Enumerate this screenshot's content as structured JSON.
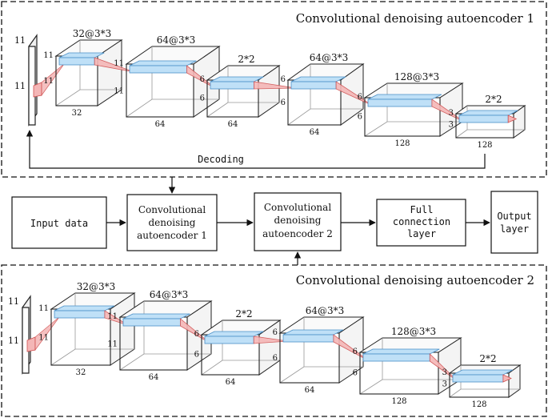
{
  "top_panel": {
    "title": "Convolutional denoising autoencoder 1",
    "input_dims": [
      "11",
      "11"
    ],
    "layers": [
      {
        "top_label": "32@3*3",
        "side_label": "11",
        "inner_label": "11",
        "bottom_label": "32"
      },
      {
        "top_label": "64@3*3",
        "side_label": "11",
        "inner_label": "11",
        "bottom_label": "64"
      },
      {
        "top_label": "2*2",
        "side_label": "6",
        "inner_label": "6",
        "bottom_label": "64"
      },
      {
        "top_label": "64@3*3",
        "side_label": "6",
        "inner_label": "6",
        "bottom_label": "64"
      },
      {
        "top_label": "128@3*3",
        "side_label": "6",
        "inner_label": "6",
        "bottom_label": "128"
      },
      {
        "top_label": "2*2",
        "side_label": "3",
        "inner_label": "3",
        "bottom_label": "128"
      }
    ],
    "decoding_label": "Decoding"
  },
  "pipeline": {
    "input_data": "Input data",
    "cdae1": [
      "Convolutional",
      "denoising",
      "autoencoder 1"
    ],
    "cdae2": [
      "Convolutional",
      "denoising",
      "autoencoder 2"
    ],
    "full_connection": [
      "Full",
      "connection",
      "layer"
    ],
    "output": [
      "Output",
      "layer"
    ]
  },
  "bottom_panel": {
    "title": "Convolutional denoising autoencoder 2",
    "input_dims": [
      "11",
      "11"
    ],
    "layers": [
      {
        "top_label": "32@3*3",
        "side_label": "11",
        "inner_label": "11",
        "bottom_label": "32"
      },
      {
        "top_label": "64@3*3",
        "side_label": "11",
        "inner_label": "11",
        "bottom_label": "64"
      },
      {
        "top_label": "2*2",
        "side_label": "6",
        "inner_label": "6",
        "bottom_label": "64"
      },
      {
        "top_label": "64@3*3",
        "side_label": "6",
        "inner_label": "6",
        "bottom_label": "64"
      },
      {
        "top_label": "128@3*3",
        "side_label": "6",
        "inner_label": "6",
        "bottom_label": "128"
      },
      {
        "top_label": "2*2",
        "side_label": "3",
        "inner_label": "3",
        "bottom_label": "128"
      }
    ]
  },
  "colors": {
    "kernel_fill": "#bfe0f7",
    "kernel_stroke": "#4a90c8",
    "cone_fill": "#f4b6b6",
    "cone_stroke": "#d05050",
    "line": "#111111"
  }
}
